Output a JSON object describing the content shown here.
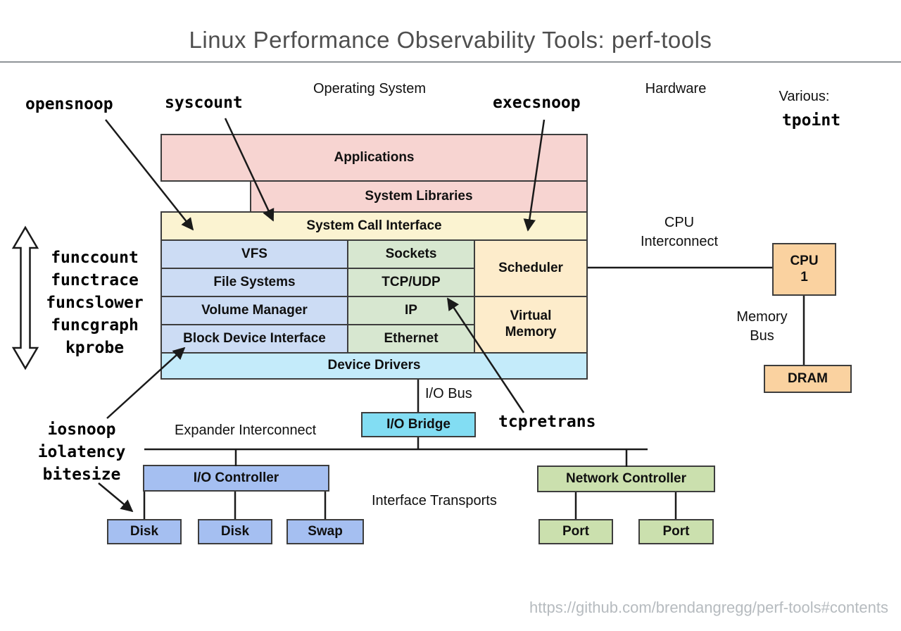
{
  "title": "Linux Performance Observability Tools: perf-tools",
  "section_labels": {
    "operating_system": "Operating System",
    "hardware": "Hardware",
    "various": "Various:"
  },
  "tools": {
    "opensnoop": "opensnoop",
    "syscount": "syscount",
    "execsnoop": "execsnoop",
    "tpoint": "tpoint",
    "tcpretrans": "tcpretrans",
    "func_tools": [
      "funccount",
      "functrace",
      "funcslower",
      "funcgraph",
      "kprobe"
    ],
    "io_tools": [
      "iosnoop",
      "iolatency",
      "bitesize"
    ]
  },
  "os_stack": {
    "applications": "Applications",
    "system_libraries": "System Libraries",
    "system_call_interface": "System Call Interface",
    "storage_stack": [
      "VFS",
      "File Systems",
      "Volume Manager",
      "Block Device Interface"
    ],
    "network_stack": [
      "Sockets",
      "TCP/UDP",
      "IP",
      "Ethernet"
    ],
    "scheduler": "Scheduler",
    "virtual_memory": "Virtual Memory",
    "device_drivers": "Device Drivers"
  },
  "buses": {
    "io_bus": "I/O Bus",
    "expander_interconnect": "Expander Interconnect",
    "interface_transports": "Interface Transports",
    "cpu_interconnect": "CPU Interconnect",
    "memory_bus": "Memory Bus"
  },
  "hw": {
    "io_bridge": "I/O Bridge",
    "io_controller": "I/O Controller",
    "network_controller": "Network Controller",
    "disks": [
      "Disk",
      "Disk",
      "Swap"
    ],
    "ports": [
      "Port",
      "Port"
    ],
    "cpu_label": "CPU",
    "cpu_number": "1",
    "dram": "DRAM"
  },
  "footer": {
    "url": "https://github.com/brendangregg/perf-tools#contents"
  },
  "colors": {
    "app_pink": "#f7d4d1",
    "syscall_yellow": "#fbf3d1",
    "storage_blue": "#ccdcf4",
    "network_green": "#d7e7d0",
    "scheduler_orange": "#fdeccb",
    "drivers_cyan": "#c4ebfa",
    "bridge_cyan": "#82ddf3",
    "controller_blue": "#a5bff1",
    "controller_green": "#cbe0ae",
    "cpu_orange": "#fad2a0",
    "line_black": "#1a1a1a"
  }
}
